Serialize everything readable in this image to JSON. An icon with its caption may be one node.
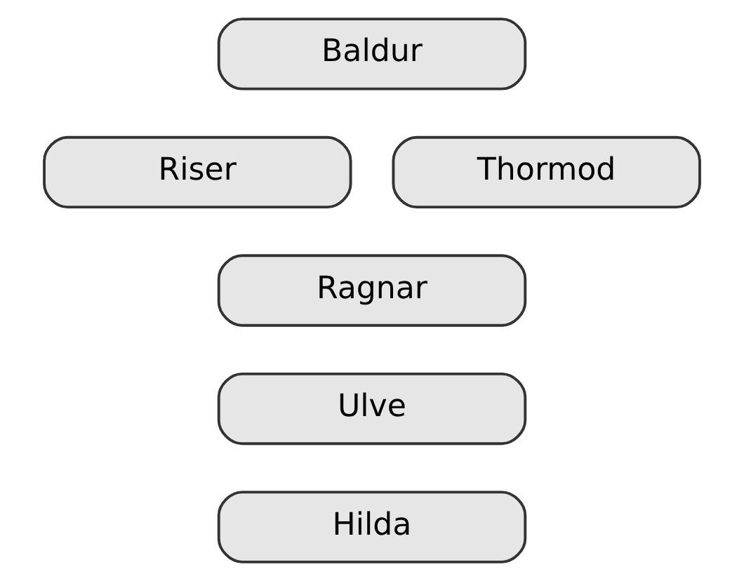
{
  "diagram": {
    "nodes": [
      {
        "text": [
          "Baldur"
        ]
      },
      {
        "text": [
          "Riser"
        ]
      },
      {
        "text": [
          "Thormod"
        ]
      },
      {
        "text": [
          "Ragnar"
        ]
      },
      {
        "text": [
          "Ulve"
        ]
      },
      {
        "text": [
          "Hilda"
        ]
      }
    ]
  }
}
